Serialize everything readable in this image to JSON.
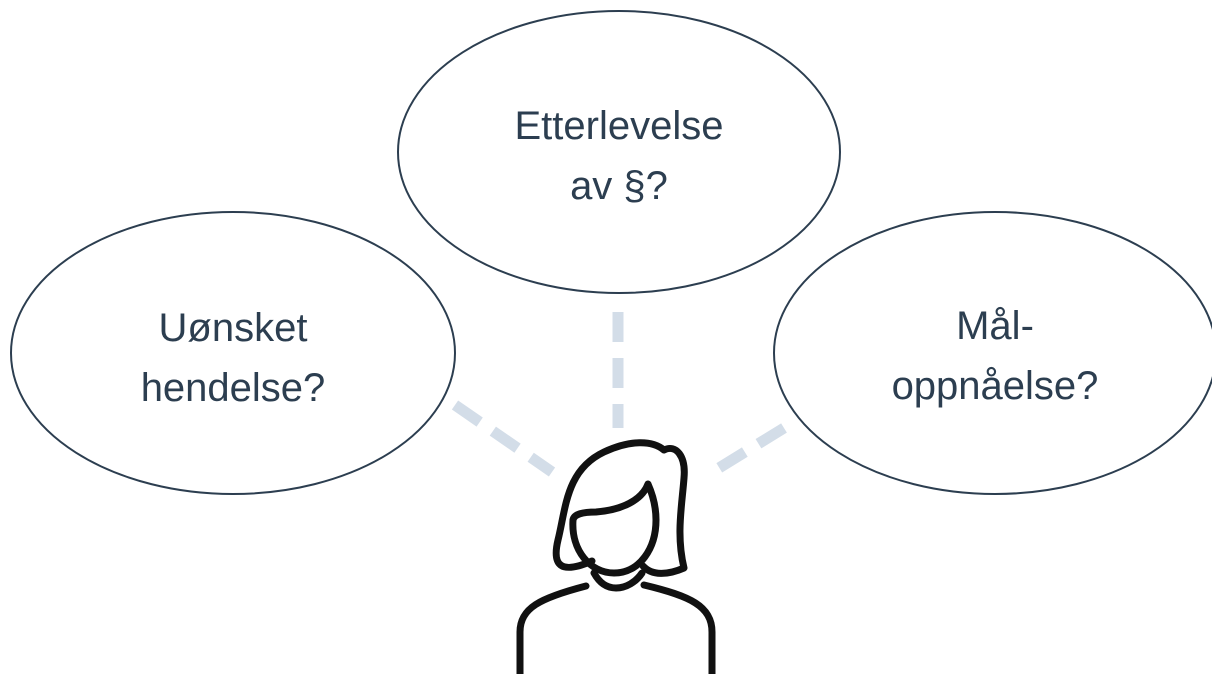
{
  "bubbles": {
    "top": {
      "line1": "Etterlevelse",
      "line2": "av §?"
    },
    "left": {
      "line1": "Uønsket",
      "line2": "hendelse?"
    },
    "right": {
      "line1": "Mål-",
      "line2": "oppnåelse?"
    }
  },
  "figure": {
    "icon": "woman-person-icon"
  },
  "colors": {
    "text": "#2c3e50",
    "bubble_stroke": "#2c3e50",
    "connector": "#d3dde8",
    "figure_stroke": "#111111"
  }
}
